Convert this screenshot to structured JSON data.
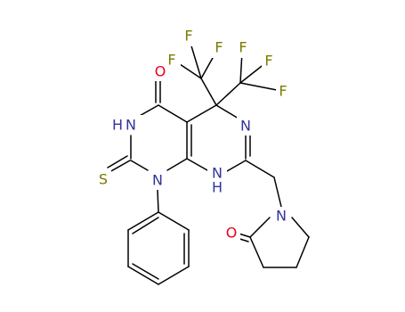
{
  "molecule": {
    "atoms": {
      "o_carbonyl_top": "O",
      "o_lactam": "O",
      "nh_top": "H",
      "n_top": "N",
      "n_phenyl": "N",
      "s_thione": "S",
      "n_imine": "N",
      "n_ring_h": "N",
      "h_ring": "H",
      "n_pyrrolidinone": "N",
      "f1": "F",
      "f2": "F",
      "f3": "F",
      "f4": "F",
      "f5": "F",
      "f6": "F"
    },
    "colors": {
      "nitrogen": "#3333a0",
      "oxygen": "#e8001a",
      "sulfur": "#7a7a00",
      "fluorine": "#7a7a00",
      "carbon_bond": "#000000"
    }
  }
}
